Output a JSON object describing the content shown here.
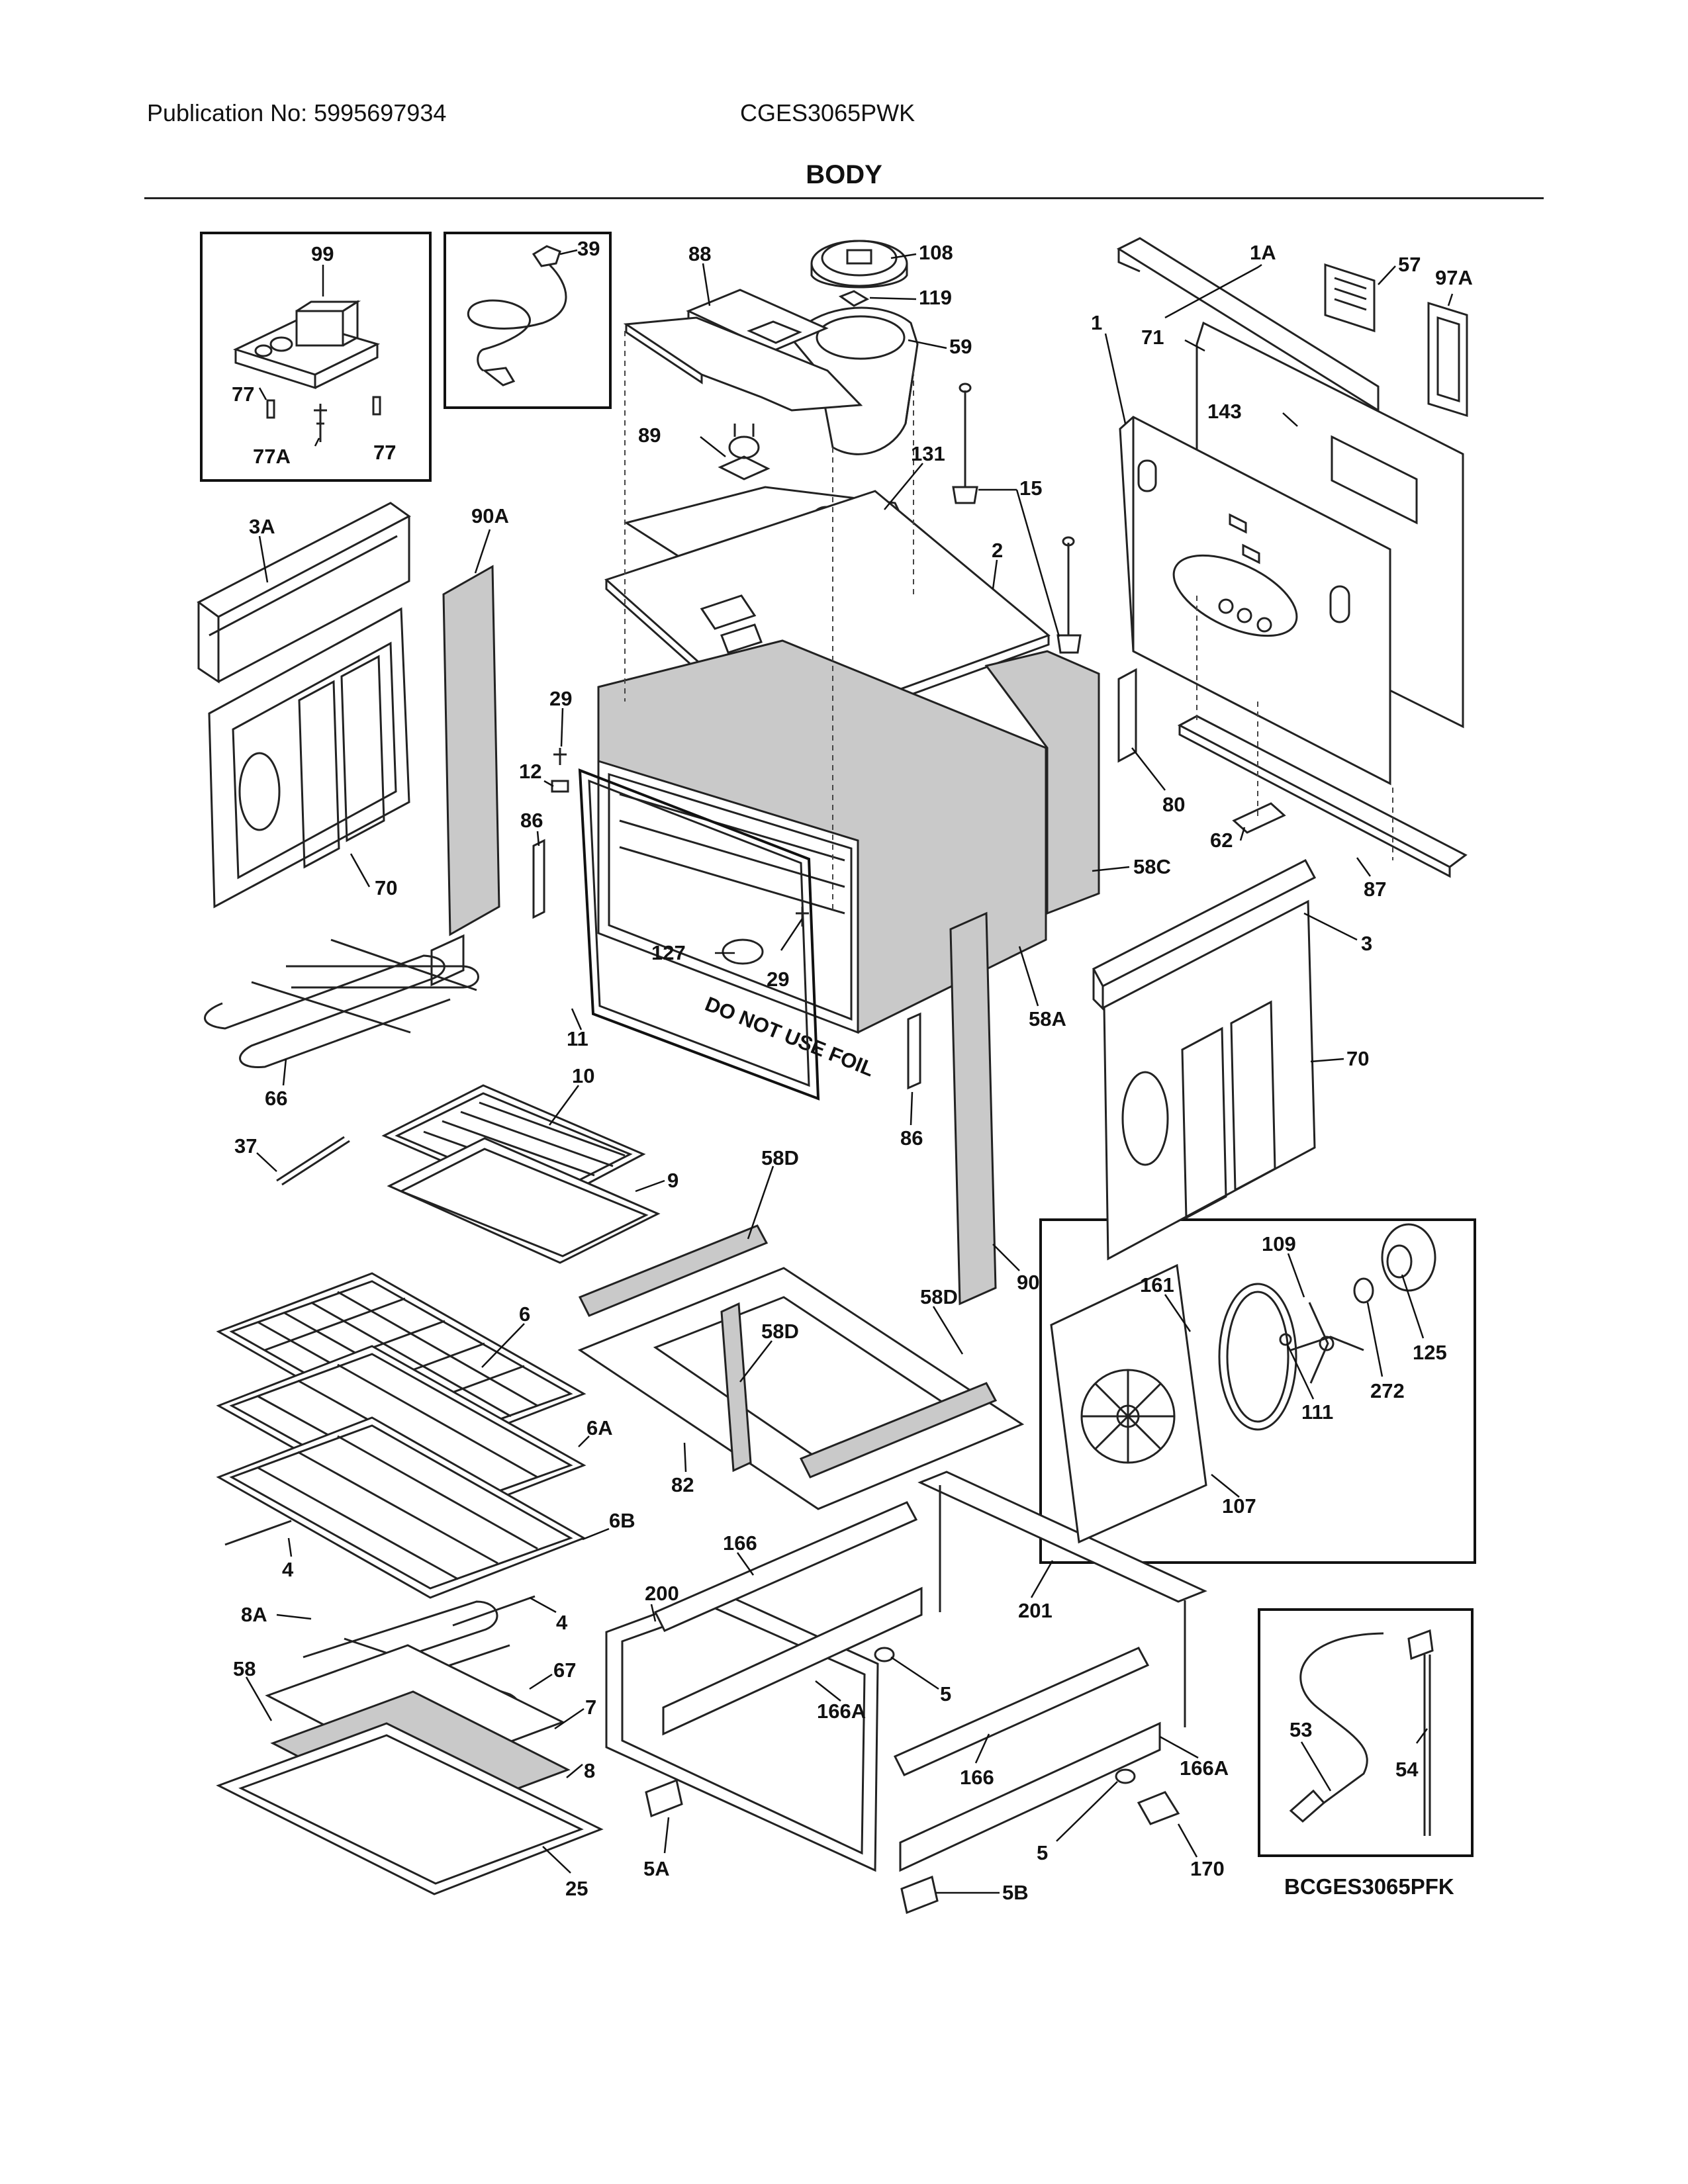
{
  "header": {
    "publication": "Publication No: 5995697934",
    "model": "CGES3065PWK"
  },
  "title": "BODY",
  "diagram_code": "BCGES3065PFK",
  "part_labels": [
    "99",
    "39",
    "88",
    "108",
    "119",
    "59",
    "1A",
    "57",
    "97A",
    "77",
    "77A",
    "77",
    "89",
    "131",
    "15",
    "71",
    "143",
    "1",
    "3A",
    "90A",
    "2",
    "29",
    "12",
    "86",
    "80",
    "62",
    "87",
    "70",
    "58C",
    "127",
    "29",
    "3",
    "11",
    "58A",
    "70",
    "66",
    "10",
    "37",
    "86",
    "9",
    "58D",
    "90",
    "58D",
    "58D",
    "109",
    "161",
    "125",
    "6",
    "6A",
    "82",
    "111",
    "272",
    "107",
    "6B",
    "4",
    "166",
    "4",
    "200",
    "201",
    "8A",
    "67",
    "5",
    "58",
    "7",
    "166A",
    "166",
    "166A",
    "8",
    "25",
    "5A",
    "5",
    "170",
    "5B",
    "53",
    "54"
  ],
  "stamp_text": "DO NOT USE FOIL"
}
